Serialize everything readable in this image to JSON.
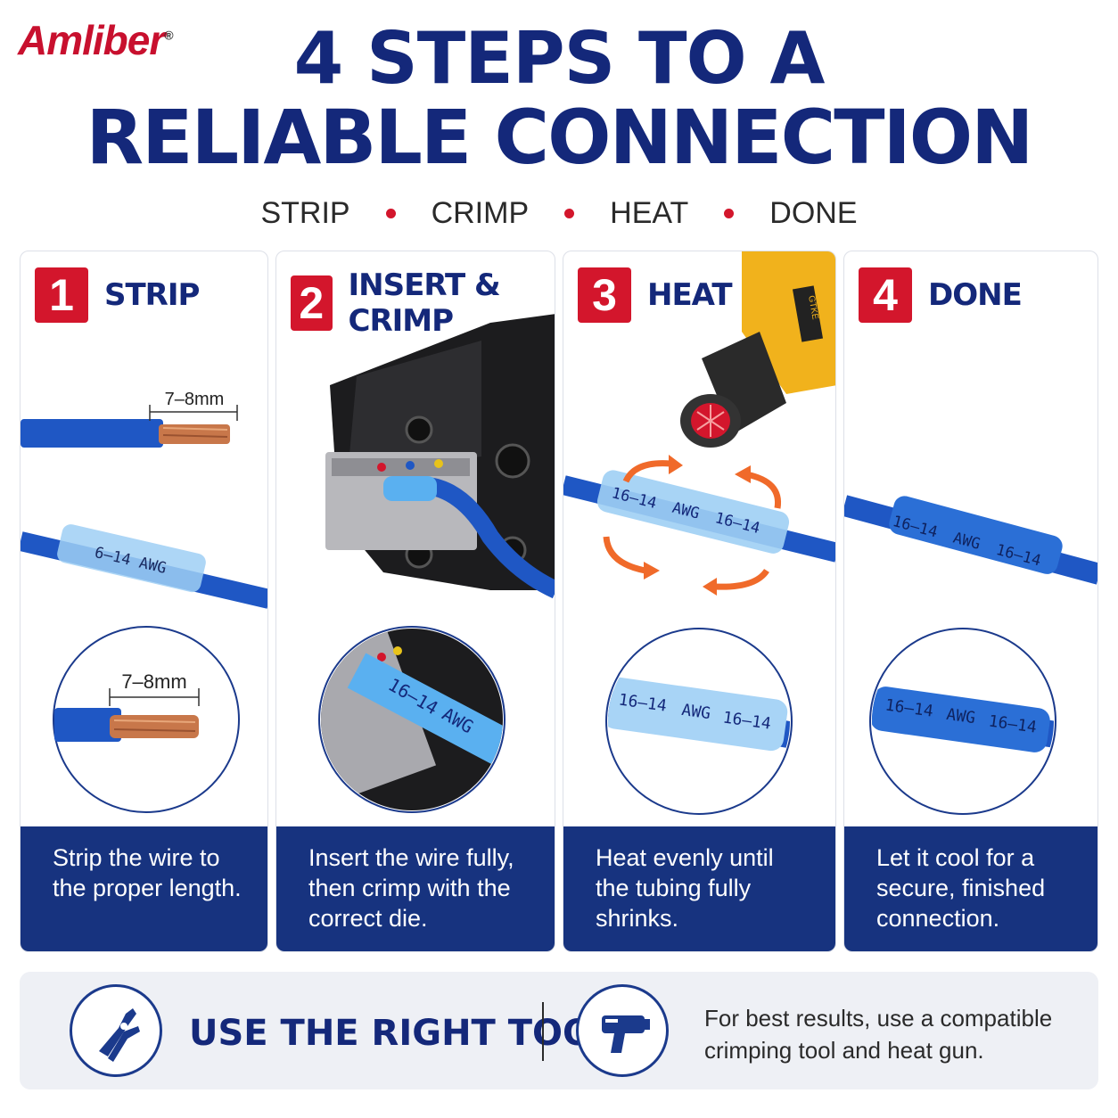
{
  "brand": {
    "name": "Amliber",
    "mark": "®"
  },
  "title": {
    "line1": "4 STEPS TO A",
    "line2": "RELIABLE CONNECTION"
  },
  "steps_row": [
    "STRIP",
    "CRIMP",
    "HEAT",
    "DONE"
  ],
  "panels": [
    {
      "num": "1",
      "label": "STRIP",
      "measure_top": "7–8mm",
      "measure_circle": "7–8mm",
      "sleeve_text": "6–14  AWG",
      "caption": [
        "Strip the wire to",
        "the proper length."
      ]
    },
    {
      "num": "2",
      "label": "INSERT & CRIMP",
      "circle_text": [
        "16–14",
        "AWG"
      ],
      "caption": [
        "Insert the wire fully,",
        "then crimp with the",
        "correct die."
      ]
    },
    {
      "num": "3",
      "label": "HEAT",
      "gun_text": "GTKE",
      "sleeve_text": [
        "16–14",
        "AWG",
        "16–14"
      ],
      "circle_text": [
        "16–14",
        "AWG",
        "16–14"
      ],
      "caption": [
        "Heat evenly until",
        "the tubing fully",
        "shrinks."
      ]
    },
    {
      "num": "4",
      "label": "DONE",
      "sleeve_text": [
        "16–14",
        "AWG",
        "16–14"
      ],
      "circle_text": [
        "16–14",
        "AWG",
        "16–14"
      ],
      "caption": [
        "Let it cool for a",
        "secure, finished",
        "connection."
      ]
    }
  ],
  "bottom": {
    "heading": "USE THE RIGHT TOOL",
    "tip": [
      "For best results, use a compatible",
      "crimping tool and heat gun."
    ],
    "icons": [
      "crimper-icon",
      "heat-gun-icon"
    ]
  },
  "colors": {
    "brand_red": "#d3162c",
    "navy": "#14287a",
    "caption_bg": "#17337f",
    "wire_blue": "#1f57c4",
    "copper": "#c8774a"
  }
}
